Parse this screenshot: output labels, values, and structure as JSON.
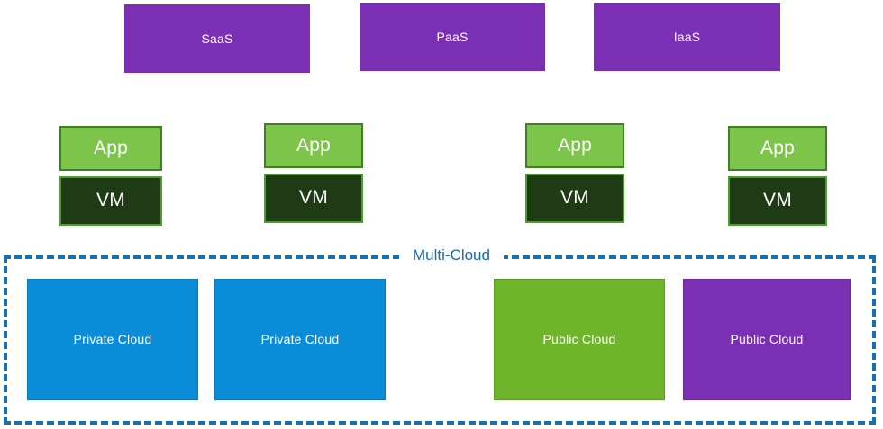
{
  "diagram": {
    "title": "Multi-Cloud",
    "colors": {
      "purple": "#7B2FB5",
      "app_green_fill": "#7DC44B",
      "app_green_border": "#3F8023",
      "vm_dark_fill": "#1E3B15",
      "vm_green_border": "#49A02B",
      "private_cloud_blue": "#0A8CD8",
      "public_cloud_green": "#6EB52C",
      "dashed_border_blue": "#1273AE",
      "label_blue": "#1A6DA8",
      "text_white": "#FFFFFF",
      "background": "#FFFFFF"
    },
    "service_models": [
      {
        "label": "SaaS"
      },
      {
        "label": "PaaS"
      },
      {
        "label": "IaaS"
      }
    ],
    "workload_stacks": [
      {
        "app_label": "App",
        "vm_label": "VM"
      },
      {
        "app_label": "App",
        "vm_label": "VM"
      },
      {
        "app_label": "App",
        "vm_label": "VM"
      },
      {
        "app_label": "App",
        "vm_label": "VM"
      }
    ],
    "multicloud": {
      "label": "Multi-Cloud",
      "clouds": [
        {
          "label": "Private Cloud",
          "kind": "private"
        },
        {
          "label": "Private Cloud",
          "kind": "private"
        },
        {
          "label": "Public Cloud",
          "kind": "public-green"
        },
        {
          "label": "Public Cloud",
          "kind": "public-purple"
        }
      ]
    }
  }
}
